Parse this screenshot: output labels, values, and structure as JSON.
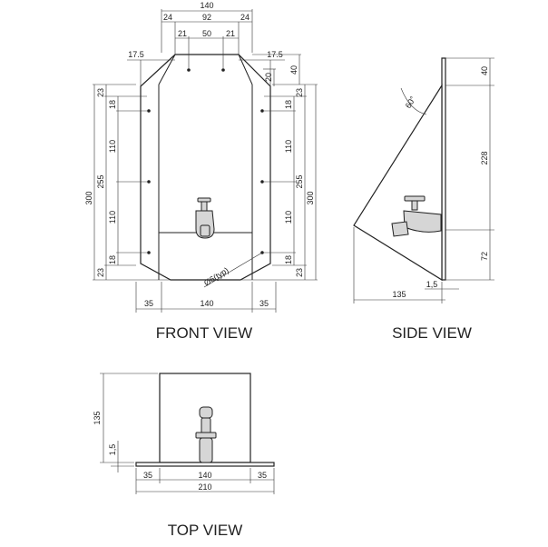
{
  "titles": {
    "front": "FRONT VIEW",
    "side": "SIDE VIEW",
    "top": "TOP VIEW"
  },
  "front": {
    "width": "140",
    "top_left": "24",
    "top_mid": "92",
    "top_right": "24",
    "hole_left": "21",
    "hole_gap": "50",
    "hole_right": "21",
    "flange_left": "17.5",
    "flange_right": "17.5",
    "right_top": "40",
    "right_20": "20",
    "left_23_top": "23",
    "left_18_top": "18",
    "left_110_a": "110",
    "left_110_b": "110",
    "left_18_bot": "18",
    "left_23_bot": "23",
    "left_255": "255",
    "left_300": "300",
    "right_23_top": "23",
    "right_18_top": "18",
    "right_110_a": "110",
    "right_110_b": "110",
    "right_18_bot": "18",
    "right_23_bot": "23",
    "right_255": "255",
    "right_300": "300",
    "bottom_left": "35",
    "bottom_mid": "140",
    "bottom_right": "35",
    "hole_note": "Ø6(typ)"
  },
  "side": {
    "angle": "60°",
    "top": "40",
    "middle": "228",
    "bottom": "72",
    "depth": "135",
    "thickness": "1,5"
  },
  "top": {
    "height": "135",
    "thickness": "1,5",
    "left": "35",
    "mid": "140",
    "right": "35",
    "total": "210"
  }
}
